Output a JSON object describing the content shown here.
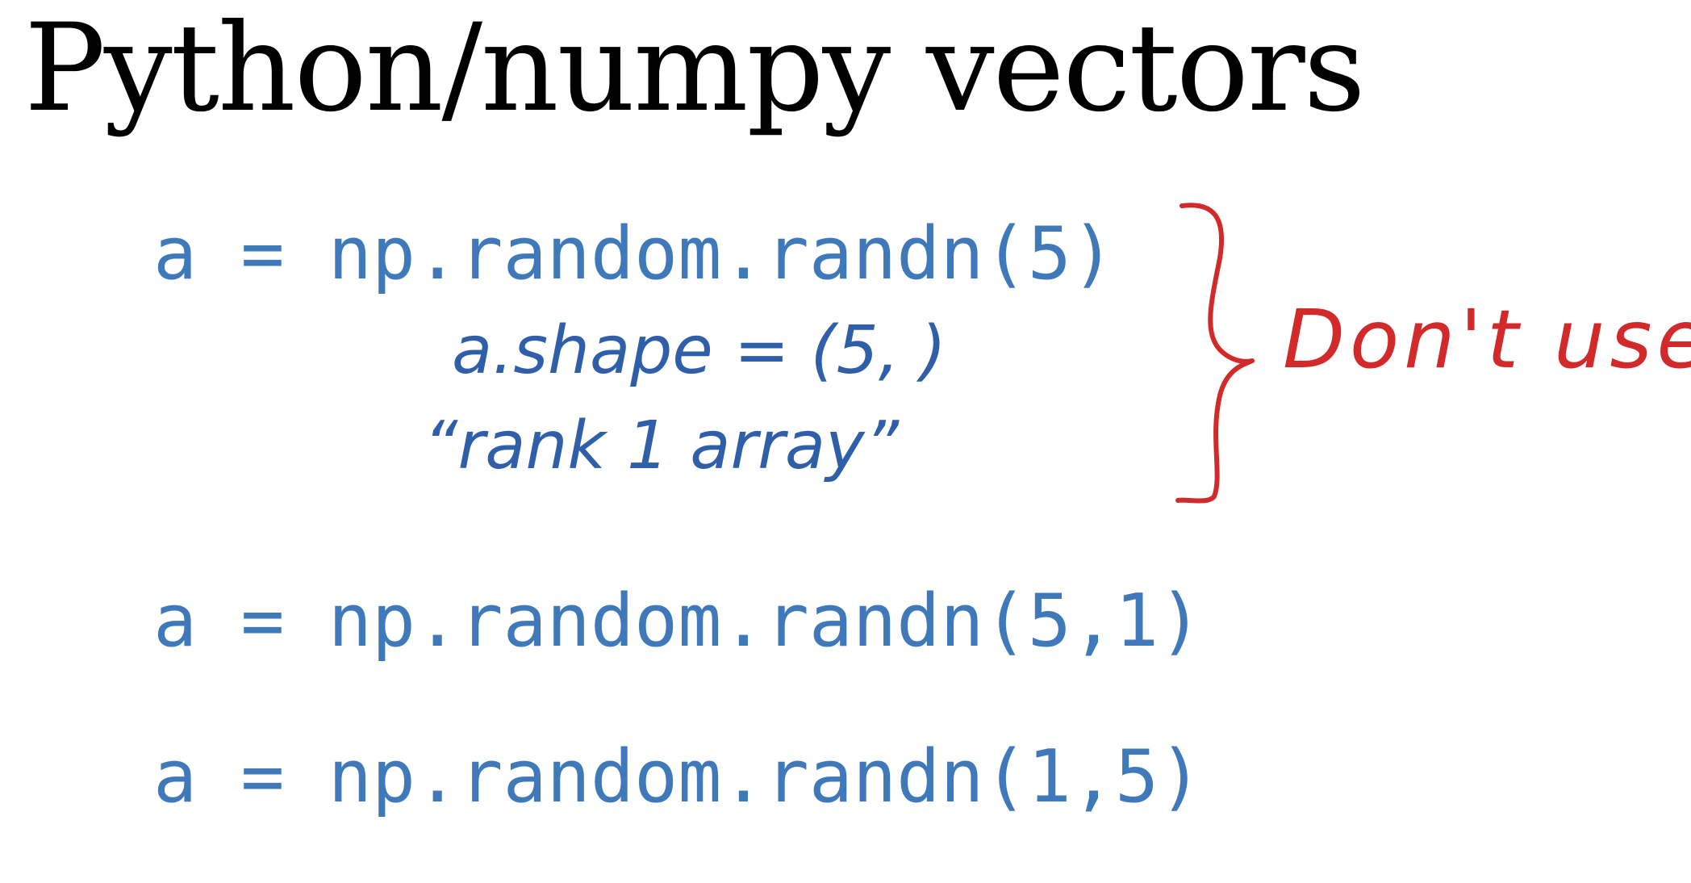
{
  "slide": {
    "title": "Python/numpy vectors"
  },
  "code_lines": [
    "a = np.random.randn(5)",
    "a = np.random.randn(5,1)",
    "a = np.random.randn(1,5)"
  ],
  "annotations": {
    "shape_note": "a.shape = (5, )",
    "rank_note": "“rank 1 array”",
    "dont_use": "Don't use"
  },
  "colors": {
    "title": "#000000",
    "code": "#3f79ba",
    "blue_ink": "#2e5fa8",
    "red_ink": "#d22a2a",
    "background": "#ffffff"
  }
}
